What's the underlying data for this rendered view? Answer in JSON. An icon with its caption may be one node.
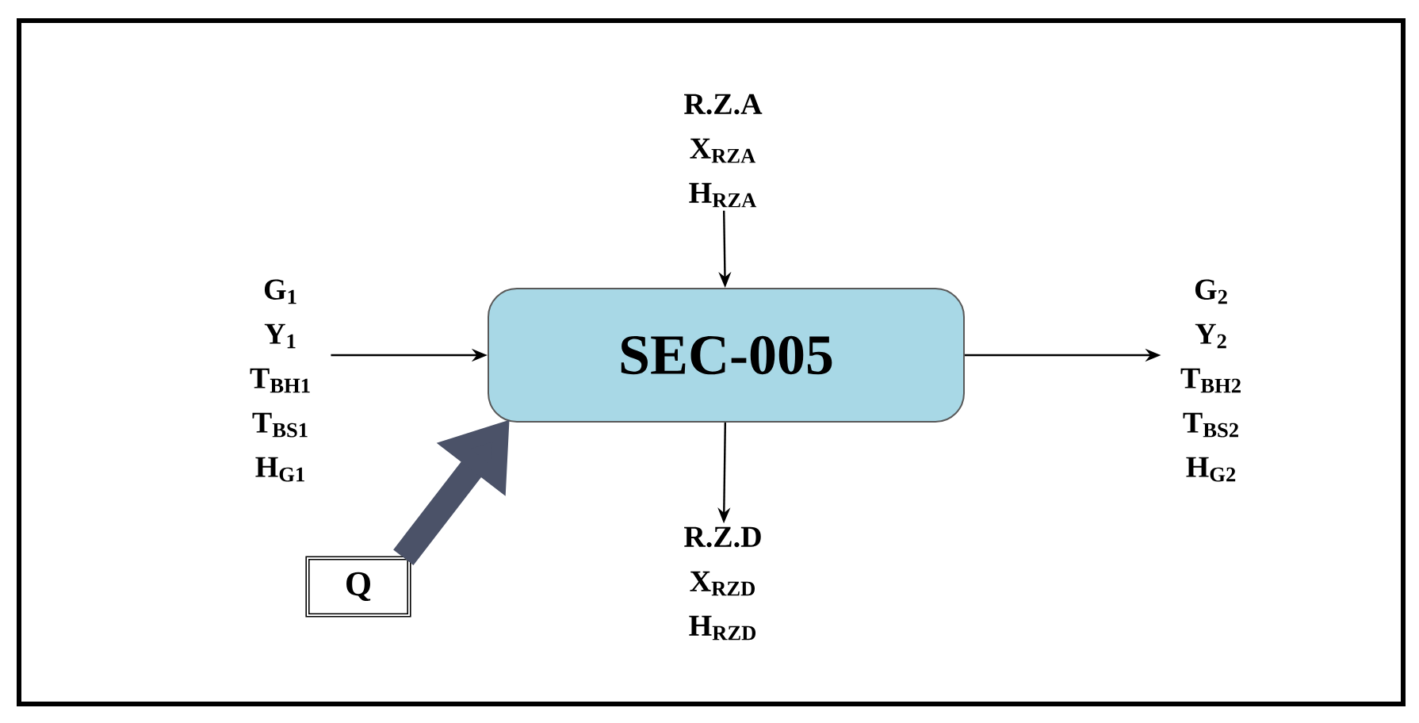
{
  "diagram": {
    "nodes": [
      {
        "text": [
          "G$_{1}$",
          "Y$_{1}$",
          "T$_{BH1}$",
          "T$_{BS1}$",
          "H$_{G1}$"
        ]
      },
      {
        "text": [
          "R.Z.A",
          "X$_{RZA}$",
          "H$_{RZA}$"
        ]
      },
      {
        "text": [
          "SEC-005"
        ]
      },
      {
        "text": [
          "G$_{2}$",
          "Y$_{2}$",
          "T$_{BH2}$",
          "T$_{BS2}$",
          "H$_{G2}$"
        ]
      },
      {
        "text": [
          "R.Z.D",
          "X$_{RZD}$",
          "H$_{RZD}$"
        ]
      },
      {
        "text": [
          "Q"
        ]
      }
    ],
    "edges": [
      {
        "from": 0,
        "to": 2,
        "arrow": "to"
      },
      {
        "from": 1,
        "to": 2,
        "arrow": "to"
      },
      {
        "from": 2,
        "to": 3,
        "arrow": "to"
      },
      {
        "from": 2,
        "to": 4,
        "arrow": "to"
      },
      {
        "from": 5,
        "to": 2,
        "arrow": "to",
        "style": "thick",
        "color": "#4b5268"
      }
    ]
  }
}
